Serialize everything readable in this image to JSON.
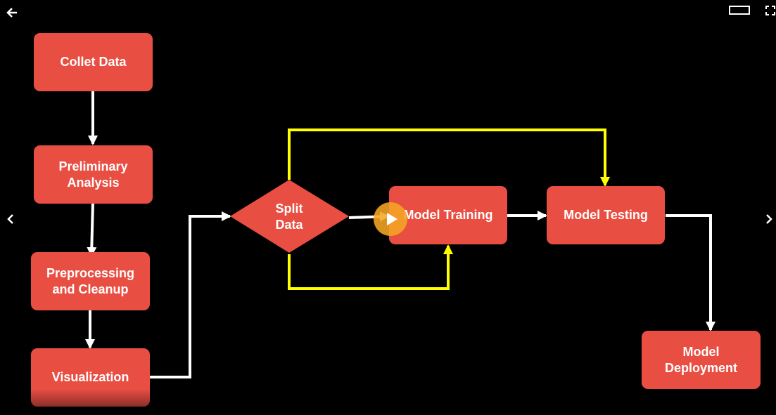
{
  "nodes": {
    "collect": "Collet Data",
    "preliminary": "Preliminary\nAnalysis",
    "preprocessing": "Preprocessing\nand Cleanup",
    "visualization": "Visualization",
    "split": "Split\nData",
    "training": "Model Training",
    "testing": "Model Testing",
    "deployment": "Model\nDeployment"
  },
  "colors": {
    "node": "#e94e42",
    "arrow": "#ffffff",
    "highlight": "#ffff00",
    "play": "#f5a623"
  },
  "controls": {
    "back_icon": "arrow-left-icon",
    "prev_icon": "chevron-left-icon",
    "next_icon": "chevron-right-icon",
    "wide_icon": "widescreen-icon",
    "fullscreen_icon": "fullscreen-icon",
    "play_icon": "play-icon"
  }
}
